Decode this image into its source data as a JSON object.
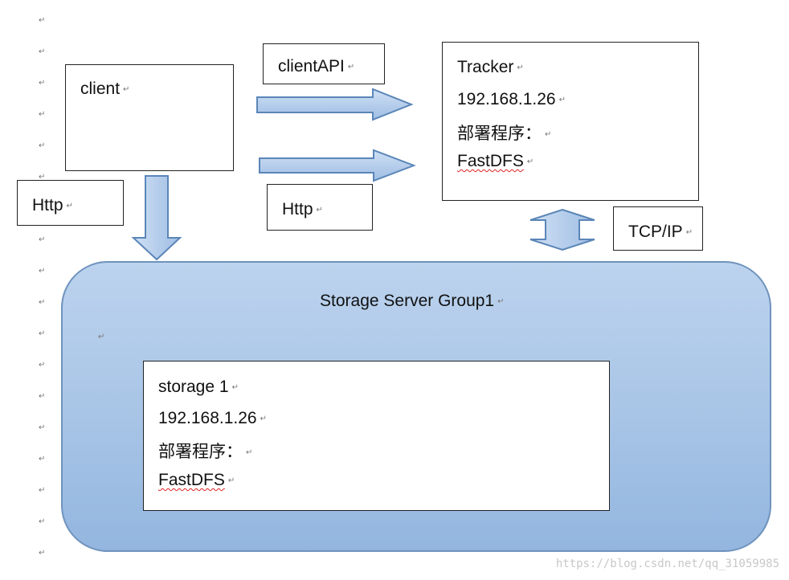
{
  "para_mark": "↵",
  "client": {
    "label": "client"
  },
  "client_api": {
    "label": "clientAPI"
  },
  "http_left": {
    "label": "Http"
  },
  "http_mid": {
    "label": "Http"
  },
  "tracker": {
    "title": "Tracker",
    "ip": "192.168.1.26",
    "deploy_label": "部署程序：",
    "program": "FastDFS"
  },
  "tcpip": {
    "label": "TCP/IP"
  },
  "group": {
    "title": "Storage Server Group1",
    "storage": {
      "title": "storage 1",
      "ip": "192.168.1.26",
      "deploy_label": "部署程序：",
      "program": "FastDFS"
    }
  },
  "watermark": "https://blog.csdn.net/qq_31059985",
  "colors": {
    "arrow_fill": "#b5cdea",
    "arrow_stroke": "#5b86b8",
    "group_fill": "#a7c4e6",
    "group_border": "#6f93bd"
  }
}
